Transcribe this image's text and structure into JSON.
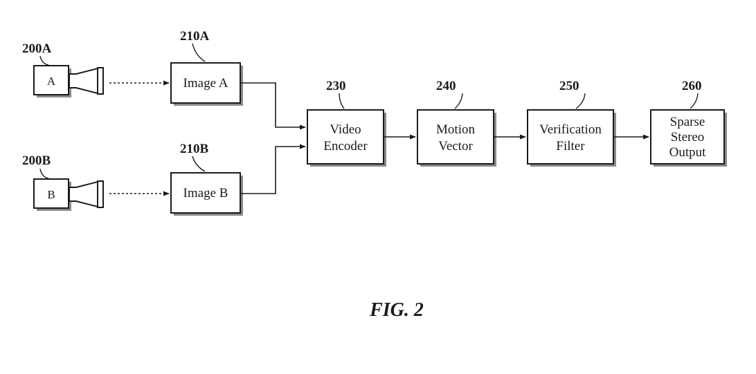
{
  "refs": {
    "cam_a": "200A",
    "cam_b": "200B",
    "image_a": "210A",
    "image_b": "210B",
    "encoder": "230",
    "motion": "240",
    "filter": "250",
    "output": "260"
  },
  "cameras": {
    "a": "A",
    "b": "B"
  },
  "blocks": {
    "image_a": "Image A",
    "image_b": "Image B",
    "encoder": [
      "Video",
      "Encoder"
    ],
    "motion": [
      "Motion",
      "Vector"
    ],
    "filter": [
      "Verification",
      "Filter"
    ],
    "output": [
      "Sparse",
      "Stereo",
      "Output"
    ]
  },
  "caption": "FIG. 2"
}
